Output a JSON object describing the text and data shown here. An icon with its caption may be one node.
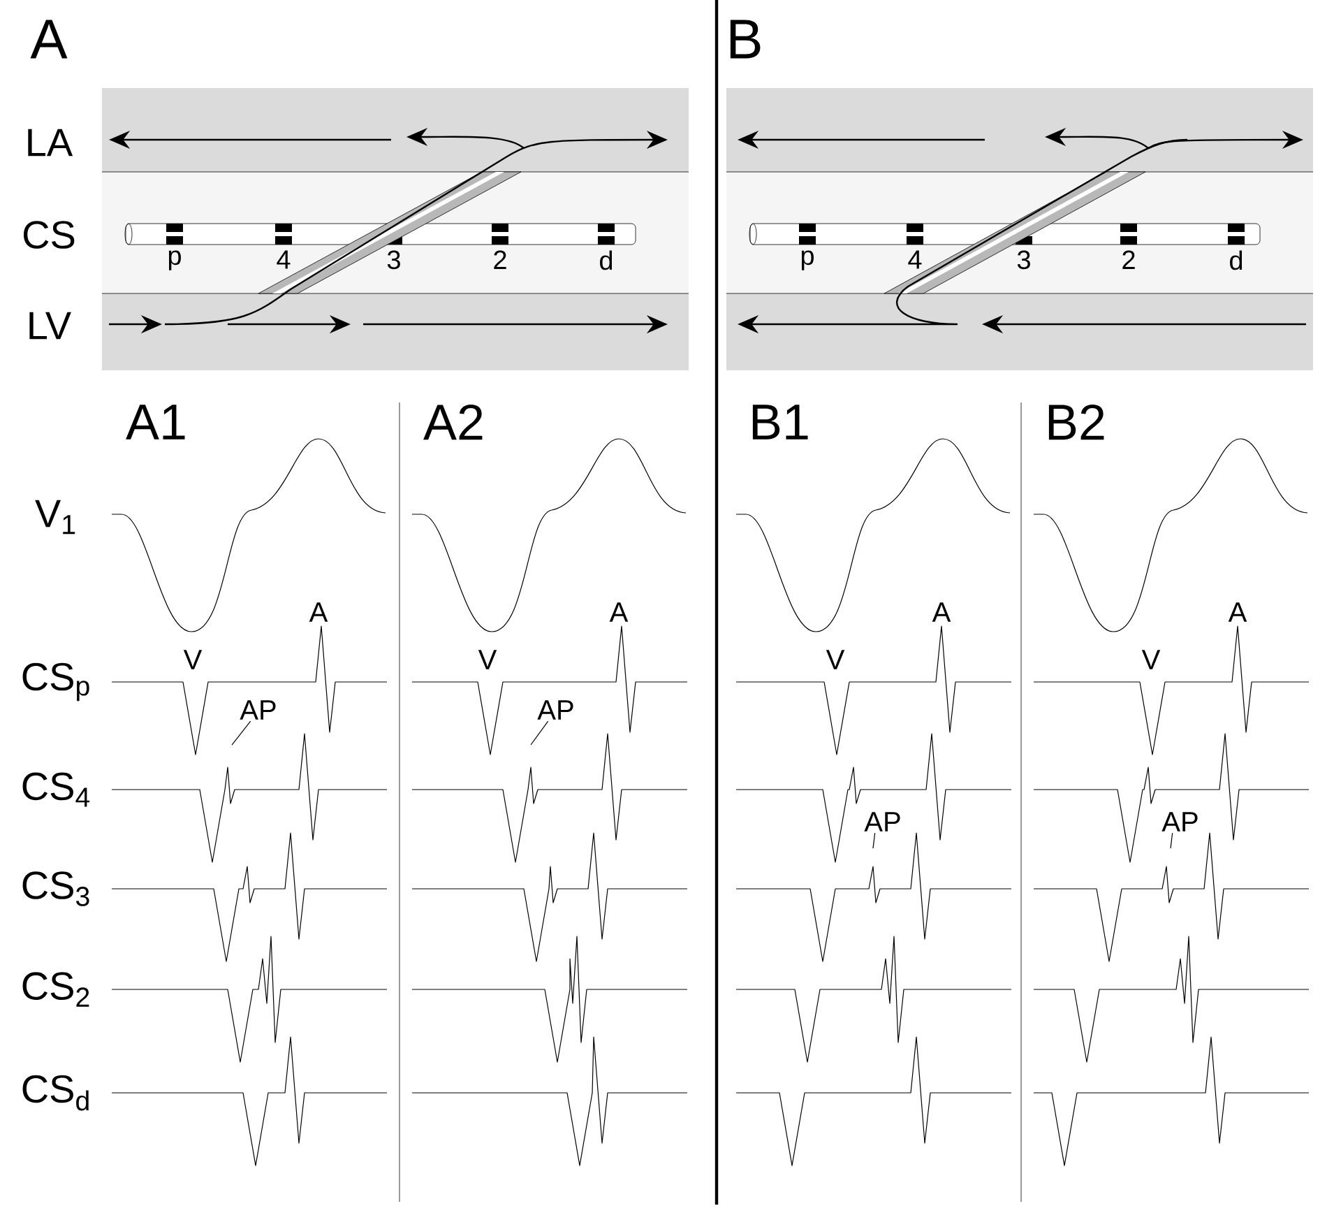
{
  "diagram": {
    "nodes": [
      {
        "text": [
          "AP"
        ]
      },
      {
        "text": [
          "AP"
        ]
      },
      {
        "text": [
          "AP"
        ]
      },
      {
        "text": [
          "AP"
        ]
      }
    ],
    "edges": [
      {
        "from": 0,
        "to": null,
        "arrow": "none"
      },
      {
        "from": 1,
        "to": null,
        "arrow": "none"
      },
      {
        "from": 2,
        "to": null,
        "arrow": "none"
      },
      {
        "from": 3,
        "to": null,
        "arrow": "none"
      }
    ],
    "labels": [
      "A",
      "B",
      "LA",
      "CS",
      "LV",
      "p",
      "4",
      "3",
      "2",
      "d",
      "p",
      "4",
      "3",
      "2",
      "d",
      "A1",
      "A2",
      "B1",
      "B2",
      "V$_{1}$",
      "A",
      "A",
      "A",
      "A",
      "V",
      "V",
      "V",
      "V",
      "CS$_{p}$",
      "CS$_{4}$",
      "CS$_{3}$",
      "CS$_{2}$",
      "CS$_{d}$"
    ]
  }
}
